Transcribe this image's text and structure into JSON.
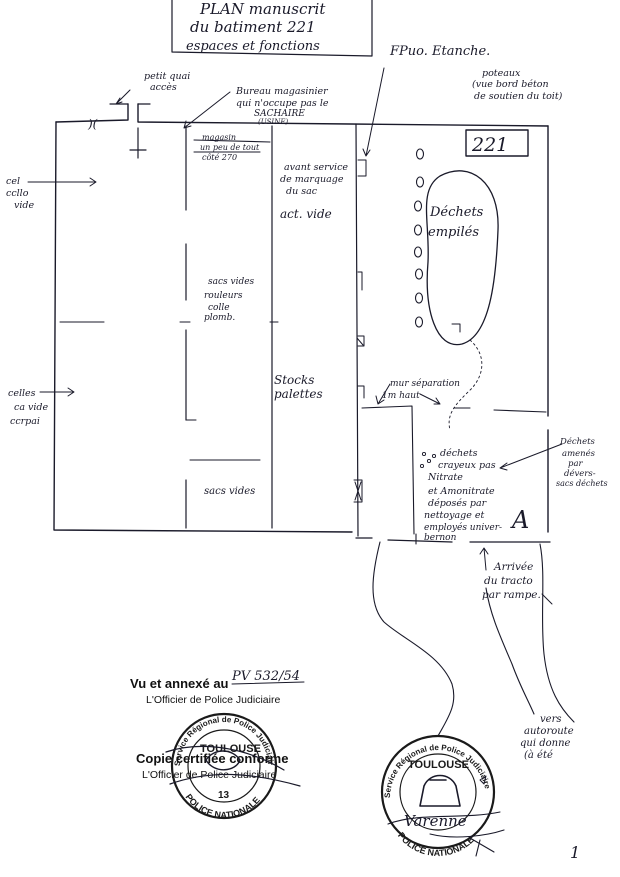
{
  "title": {
    "line1": "PLAN manuscrit",
    "line2": "du batiment 221",
    "line3": "espaces et fonctions"
  },
  "header_note": "FPuo. Etanche.",
  "building_number": "221",
  "labels": {
    "petit_quai": [
      "petit quai",
      "accès"
    ],
    "bureau": [
      "Bureau magasinier",
      "qui n'occupe pas le",
      "SACHAIRE",
      "(USINE)"
    ],
    "poteaux": [
      "poteaux",
      "(vue bord béton",
      "de soutien du toit)"
    ],
    "magasin": [
      "magasin",
      "un peu de tout",
      "côté 270"
    ],
    "avant_service": [
      "avant service",
      "de marquage",
      "du sac"
    ],
    "act_vide": "act. vide",
    "left_top": [
      "cel",
      "ccllo",
      "vide"
    ],
    "dechets_empiles": [
      "Déchets",
      "empilés"
    ],
    "sacs_vides": [
      "sacs vides",
      "rouleurs",
      "colle",
      "plomb."
    ],
    "stocks_palettes": [
      "Stocks",
      "palettes"
    ],
    "mur_separation": [
      "mur séparation",
      "1m haut"
    ],
    "left_mid": [
      "celles",
      "ca vide",
      "ccrpai"
    ],
    "dechets_crayeux": [
      "déchets",
      "crayeux pas",
      "Nitrate",
      "et Amonitrate",
      "déposés par",
      "nettoyage et",
      "employés univer-",
      "bernon"
    ],
    "dechets_droite": [
      "Déchets",
      "amenés",
      "par",
      "dévers-",
      "sacs déchets"
    ],
    "sacs_vides_bas": "sacs vides",
    "zone_a": "A",
    "arrivee": [
      "Arrivée",
      "du tracto",
      "par rampe."
    ],
    "vers_autoroute": [
      "vers",
      "autoroute",
      "qui donne",
      "(à été"
    ]
  },
  "annex": {
    "vu_annexe": "Vu et annexé au",
    "pv_number": "PV 532/54",
    "officier": "L'Officier de Police Judiciaire",
    "copie": "Copie certifiée conforme",
    "officier2": "L'Officier de Police Judiciaire"
  },
  "stamps": {
    "left_service": "Service Régional de Police Judiciaire",
    "left_city": "TOULOUSE",
    "left_dept": "13",
    "left_police": "POLICE NATIONALE",
    "right_service": "Service Régional de Police Judiciaire",
    "right_city": "TOULOUSE",
    "right_police": "POLICE NATIONALE"
  },
  "signature_right": "Varenne",
  "page_number": "1",
  "colors": {
    "ink": "#1a1a2a",
    "stamp": "#1a1a1a"
  }
}
